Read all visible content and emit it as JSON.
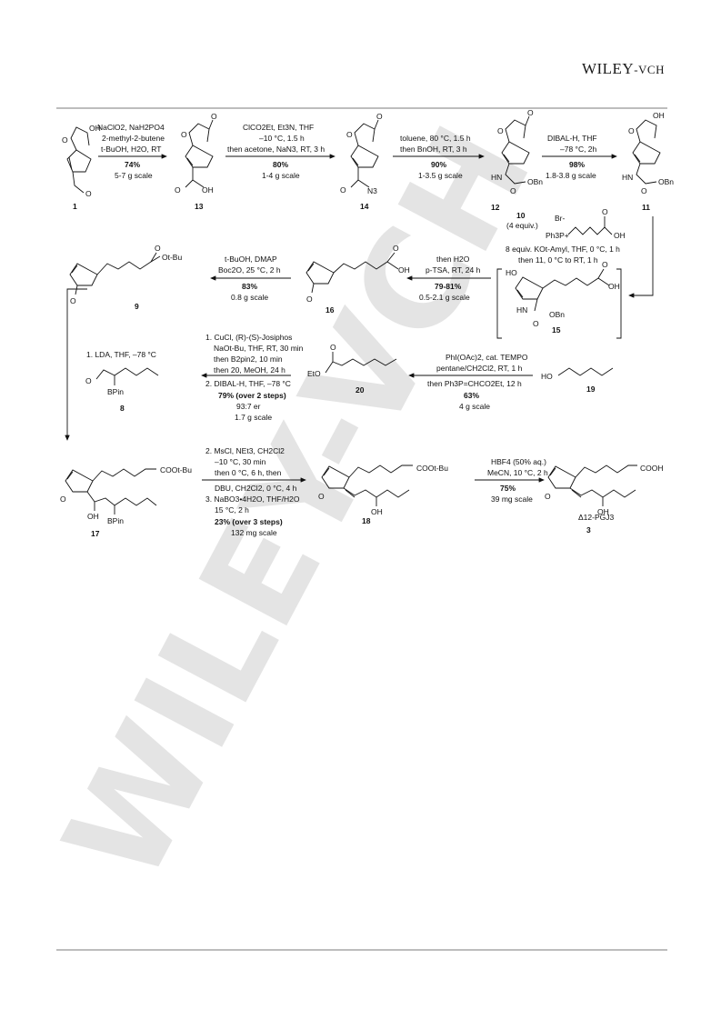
{
  "header": {
    "logo_main": "WILEY",
    "logo_suffix": "-VCH"
  },
  "watermark": "WILEY-VCH",
  "compounds": {
    "c1": "1",
    "c13": "13",
    "c14": "14",
    "c12": "12",
    "c11": "11",
    "c10": "10",
    "c10_equiv": "(4 equiv.)",
    "c9": "9",
    "c16": "16",
    "c15": "15",
    "c8": "8",
    "c20": "20",
    "c19": "19",
    "c17": "17",
    "c18": "18",
    "c3": "3",
    "c3_name": "Δ12-PGJ3"
  },
  "steps": {
    "s1": {
      "l1": "NaClO2, NaH2PO4",
      "l2": "2-methyl-2-butene",
      "l3": "t-BuOH, H2O, RT",
      "yield": "74%",
      "scale": "5-7 g scale"
    },
    "s2": {
      "l1": "ClCO2Et, Et3N, THF",
      "l2": "–10 °C, 1.5 h",
      "l3": "then acetone, NaN3, RT, 3 h",
      "yield": "80%",
      "scale": "1-4 g scale"
    },
    "s3": {
      "l1": "toluene, 80 °C, 1.5 h",
      "l2": "then BnOH, RT, 3 h",
      "yield": "90%",
      "scale": "1-3.5 g scale"
    },
    "s4": {
      "l1": "DIBAL-H, THF",
      "l2": "–78 °C, 2h",
      "yield": "98%",
      "scale": "1.8-3.8 g scale"
    },
    "s5": {
      "l1": "8 equiv. KOt-Amyl, THF, 0 °C, 1 h",
      "l2": "then 11, 0 °C to RT, 1 h"
    },
    "s6": {
      "l1": "then H2O",
      "l2": "p-TSA, RT, 24 h",
      "yield": "79-81%",
      "scale": "0.5-2.1 g scale"
    },
    "s7": {
      "l1": "t-BuOH, DMAP",
      "l2": "Boc2O, 25 °C, 2 h",
      "yield": "83%",
      "scale": "0.8 g scale"
    },
    "s8": {
      "l1": "PhI(OAc)2, cat. TEMPO",
      "l2": "pentane/CH2Cl2, RT, 1 h",
      "l3": "then Ph3P=CHCO2Et, 12 h",
      "yield": "63%",
      "scale": "4 g scale"
    },
    "s9": {
      "l1": "1. CuCl, (R)-(S)-Josiphos",
      "l2": "NaOt-Bu, THF, RT, 30 min",
      "l3": "then B2pin2, 10 min",
      "l4": "then 20, MeOH, 24 h",
      "l5": "2. DIBAL-H, THF, –78 °C",
      "yield": "79% (over 2 steps)",
      "er": "93:7 er",
      "scale": "1.7 g scale"
    },
    "s10": {
      "l1": "1. LDA, THF, –78 °C"
    },
    "s11": {
      "l1": "2. MsCl, NEt3, CH2Cl2",
      "l2": "–10 °C, 30 min",
      "l3": "then 0 °C, 6 h, then",
      "l4": "DBU, CH2Cl2, 0 °C, 4 h",
      "l5": "3. NaBO3•4H2O, THF/H2O",
      "l6": "15 °C, 2 h",
      "yield": "23% (over 3 steps)",
      "scale": "132 mg scale"
    },
    "s12": {
      "l1": "HBF4 (50% aq.)",
      "l2": "MeCN, 10 °C, 2 h",
      "yield": "75%",
      "scale": "39 mg scale"
    }
  },
  "atoms": {
    "OH": "OH",
    "O": "O",
    "OBn": "OBn",
    "HN": "HN",
    "N3": "N3",
    "OH_acid": "OH",
    "Br": "Br-",
    "Ph3P": "Ph3P+",
    "OtBu": "Ot-Bu",
    "EtO": "EtO",
    "BPin": "BPin",
    "COOtBu": "COOt-Bu",
    "COOH": "COOH",
    "HO": "HO"
  }
}
